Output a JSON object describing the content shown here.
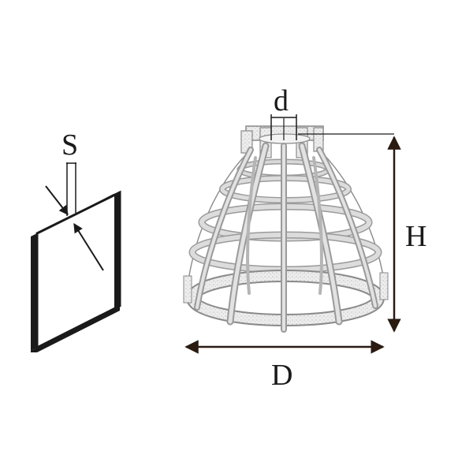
{
  "labels": {
    "thickness": "S",
    "top_diameter": "d",
    "height": "H",
    "diameter": "D"
  },
  "colors": {
    "ink": "#1a1a1a",
    "arrow": "#2a1a10",
    "sketch_fill": "#e6e6e6",
    "sketch_line": "#8a8a8a",
    "plate_face": "#ffffff"
  }
}
